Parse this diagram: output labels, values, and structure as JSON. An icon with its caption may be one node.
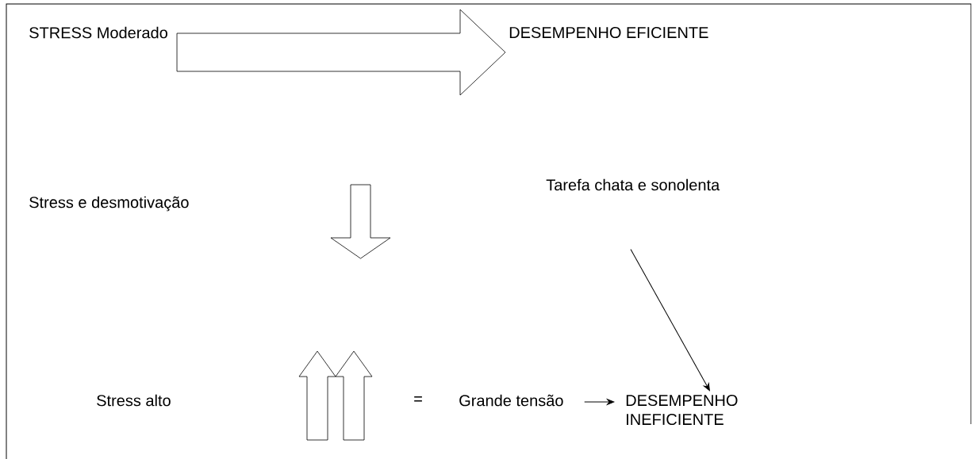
{
  "diagram": {
    "nodes": [
      {
        "text": [
          "STRESS Moderado"
        ]
      },
      {
        "text": [
          "DESEMPENHO EFICIENTE"
        ]
      },
      {
        "text": [
          "Stress e desmotivação"
        ]
      },
      {
        "text": [
          "Tarefa chata e sonolenta"
        ]
      },
      {
        "text": [
          "Stress alto"
        ]
      },
      {
        "text": [
          "Grande tensão"
        ]
      },
      {
        "text": [
          "DESEMPENHO INEFICIENTE"
        ]
      }
    ],
    "edges": [
      {
        "from": 0,
        "to": 1,
        "arrow": "to",
        "style": "thick"
      },
      {
        "from": 3,
        "to": 6,
        "arrow": "to"
      },
      {
        "from": 5,
        "to": 6,
        "arrow": "to"
      }
    ],
    "labels": [
      "="
    ]
  }
}
